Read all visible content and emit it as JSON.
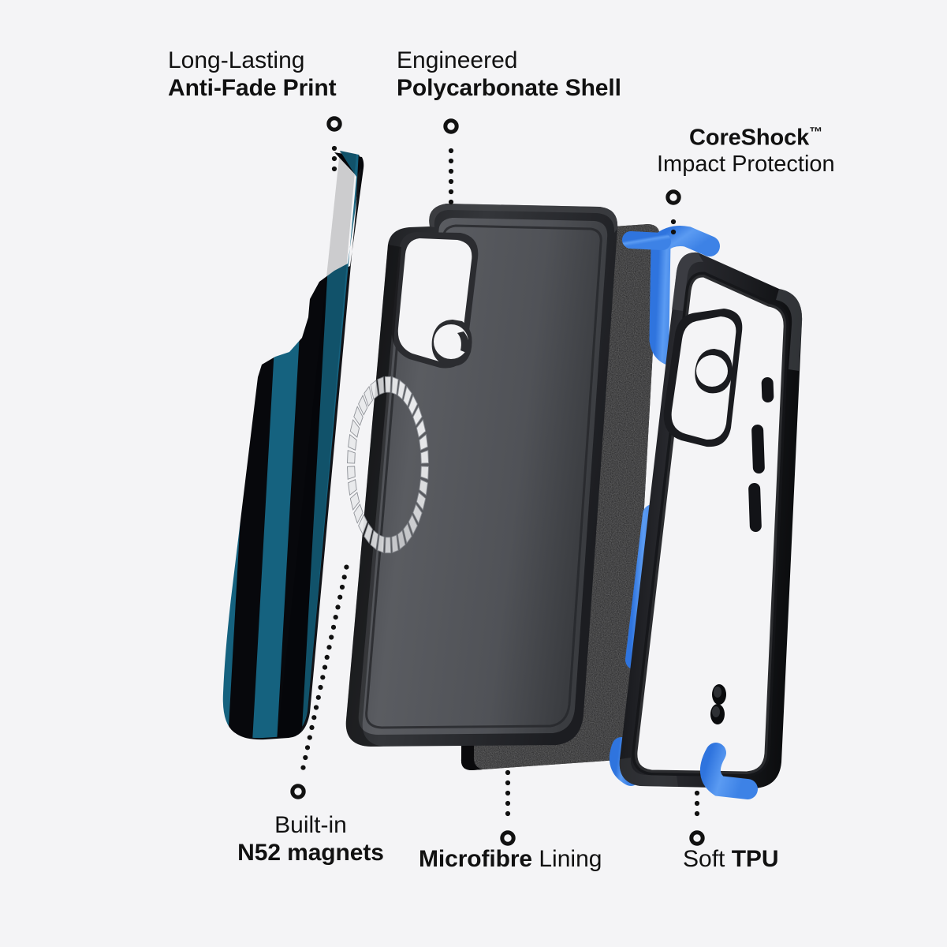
{
  "page": {
    "background_color": "#f4f4f6",
    "type": "exploded-view product diagram",
    "product": "protective phone case layers"
  },
  "palette": {
    "background": "#f4f4f6",
    "text": "#111111",
    "stripe_teal": "#15627f",
    "stripe_black": "#07080c",
    "shell_gray": "#53555a",
    "shell_edge": "#2a2b2f",
    "microfibre_black": "#141416",
    "tpu_black": "#1b1c20",
    "coreshock_blue": "#4a8ceb",
    "magnet_silver": "#e9eaec"
  },
  "callouts": [
    {
      "id": "anti-fade-print",
      "line1": "Long-Lasting",
      "line2": "Anti-Fade Print",
      "line1_weight": "regular",
      "line2_weight": "bold"
    },
    {
      "id": "polycarbonate-shell",
      "line1": "Engineered",
      "line2": "Polycarbonate Shell",
      "line1_weight": "regular",
      "line2_weight": "bold"
    },
    {
      "id": "coreshock",
      "line1": "CoreShock",
      "line1_superscript": "™",
      "line2": "Impact Protection",
      "line1_weight": "bold",
      "line2_weight": "regular"
    },
    {
      "id": "n52-magnets",
      "line1": "Built-in",
      "line2": "N52 magnets",
      "line1_weight": "regular",
      "line2_weight": "bold"
    },
    {
      "id": "microfibre-lining",
      "line1": "",
      "line2_bold": "Microfibre",
      "line2_regular": " Lining"
    },
    {
      "id": "soft-tpu",
      "line1": "",
      "line2_regular": "Soft ",
      "line2_bold": "TPU"
    }
  ],
  "layers": [
    {
      "id": "striped-backplate",
      "name": "Anti-Fade Print back plate",
      "finish": "teal and black vertical stripes"
    },
    {
      "id": "magnet-ring",
      "name": "N52 magnet ring",
      "segments": 34
    },
    {
      "id": "polycarbonate-shell",
      "name": "Polycarbonate shell",
      "finish": "matte dark grey"
    },
    {
      "id": "microfibre-lining",
      "name": "Microfibre lining",
      "finish": "textured black"
    },
    {
      "id": "tpu-bumper",
      "name": "Soft TPU bumper with CoreShock inserts",
      "finish": "black with blue accents"
    }
  ]
}
